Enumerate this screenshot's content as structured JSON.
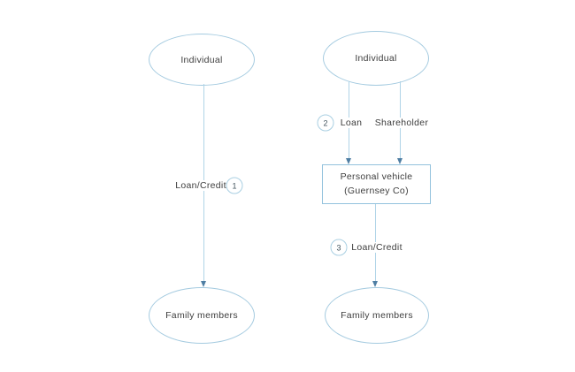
{
  "diagram": {
    "left_flow": {
      "top_node": {
        "label": "Individual"
      },
      "edge1": {
        "badge": "1",
        "label": "Loan/Credit"
      },
      "bottom_node": {
        "label": "Family members"
      }
    },
    "right_flow": {
      "top_node": {
        "label": "Individual"
      },
      "edge2": {
        "badge": "2",
        "label": "Loan"
      },
      "edge_shareholder": {
        "label": "Shareholder"
      },
      "company_node": {
        "line1": "Personal vehicle",
        "line2": "(Guernsey Co)"
      },
      "edge3": {
        "badge": "3",
        "label": "Loan/Credit"
      },
      "bottom_node": {
        "label": "Family members"
      }
    },
    "colors": {
      "shape_stroke": "#a5cbe0",
      "line": "#b0d4e7",
      "arrow": "#4f7ea3",
      "text": "#3d3d3d"
    }
  }
}
